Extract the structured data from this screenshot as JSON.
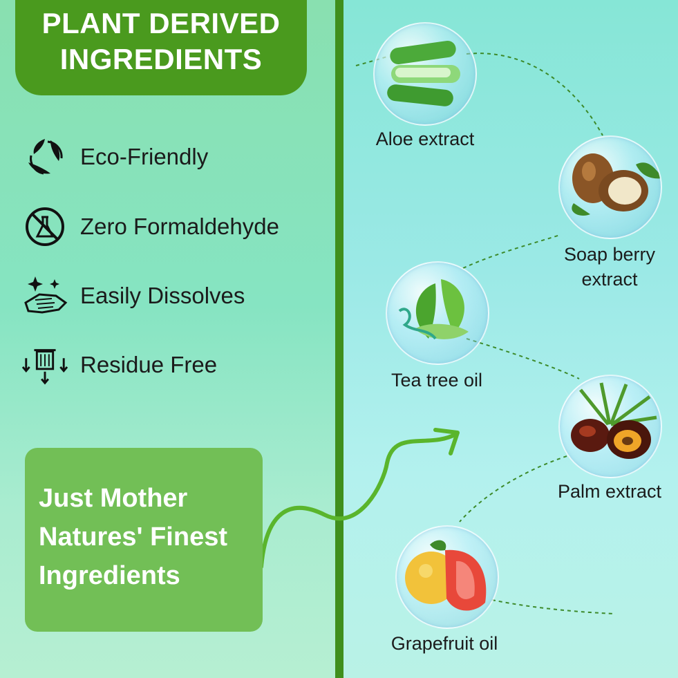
{
  "header": {
    "title_line1": "PLANT DERIVED",
    "title_line2": "INGREDIENTS"
  },
  "features": [
    {
      "label": "Eco-Friendly",
      "icon": "recycle-leaves-icon"
    },
    {
      "label": "Zero Formaldehyde",
      "icon": "no-flask-icon"
    },
    {
      "label": "Easily Dissolves",
      "icon": "sparkle-hand-icon"
    },
    {
      "label": "Residue Free",
      "icon": "trash-arrows-icon"
    }
  ],
  "tagline": {
    "line1": "Just Mother",
    "line2": "Natures' Finest",
    "line3": "Ingredients"
  },
  "ingredients": [
    {
      "label": "Aloe extract",
      "icon": "aloe-icon"
    },
    {
      "label_line1": "Soap berry",
      "label_line2": "extract",
      "icon": "soap-berry-icon"
    },
    {
      "label": "Tea tree oil",
      "icon": "tea-leaf-icon"
    },
    {
      "label": "Palm extract",
      "icon": "palm-fruit-icon"
    },
    {
      "label": "Grapefruit oil",
      "icon": "grapefruit-icon"
    }
  ],
  "colors": {
    "brand_green": "#4a9a1e",
    "divider_green": "#3f8f1c",
    "tagline_box": "#72bf56"
  }
}
